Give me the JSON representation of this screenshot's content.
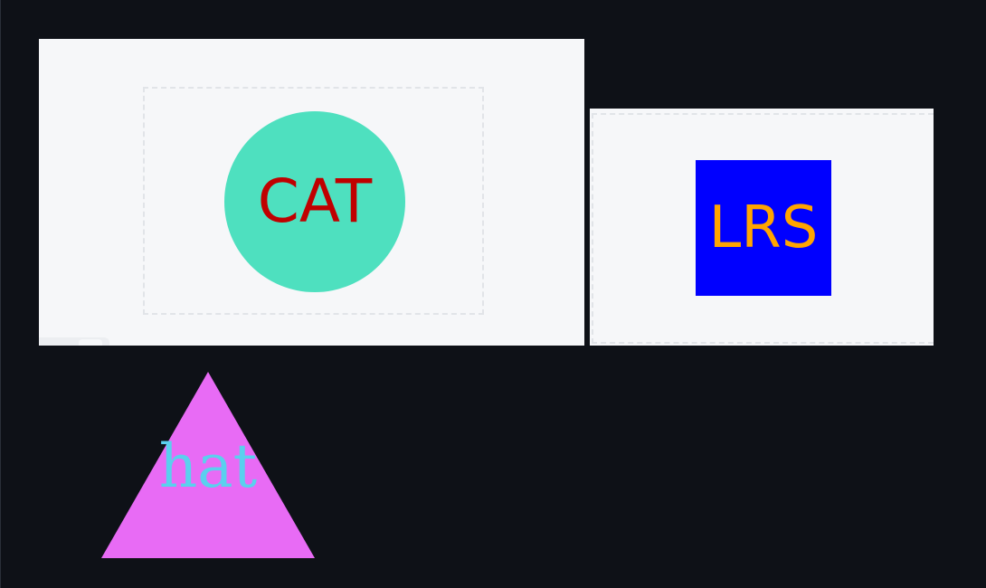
{
  "shapes": {
    "circle": {
      "label": "CAT",
      "fill": "#4ee0bf",
      "text_color": "#c00000"
    },
    "square": {
      "label": "LRS",
      "fill": "#0000ff",
      "text_color": "#ffa500"
    },
    "triangle": {
      "label": "hat",
      "fill": "#e86bf5",
      "text_color": "#5ad0ee"
    }
  },
  "colors": {
    "page_background": "#0e1117",
    "panel_background": "#f6f7f9",
    "dashed_border": "#e1e4e8"
  }
}
